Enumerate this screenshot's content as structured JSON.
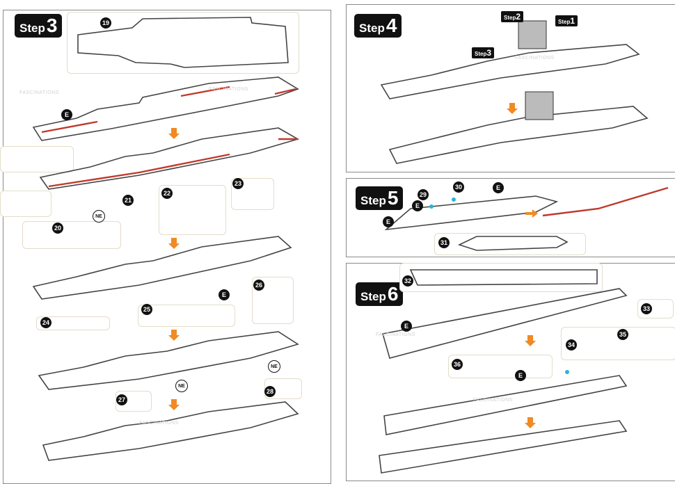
{
  "steps": [
    {
      "word": "Step",
      "num": "3"
    },
    {
      "word": "Step",
      "num": "4"
    },
    {
      "word": "Step",
      "num": "5"
    },
    {
      "word": "Step",
      "num": "6"
    }
  ],
  "step4_subtags": [
    {
      "word": "Step",
      "num": "2"
    },
    {
      "word": "Step",
      "num": "1"
    },
    {
      "word": "Step",
      "num": "3"
    }
  ],
  "parts": {
    "p19": "19",
    "p20": "20",
    "p21": "21",
    "p22": "22",
    "p23": "23",
    "p24": "24",
    "p25": "25",
    "p26": "26",
    "p27": "27",
    "p28": "28",
    "p29": "29",
    "p30": "30",
    "p31": "31",
    "p32": "32",
    "p33": "33",
    "p34": "34",
    "p35": "35",
    "p36": "36"
  },
  "markers": {
    "e": "E",
    "ne": "NE"
  },
  "watermark": "FASCINATIONS",
  "colors": {
    "arrow": "#f08a24",
    "highlight": "#c0392b",
    "glue": "#2ab4d8",
    "outline": "#333333"
  }
}
